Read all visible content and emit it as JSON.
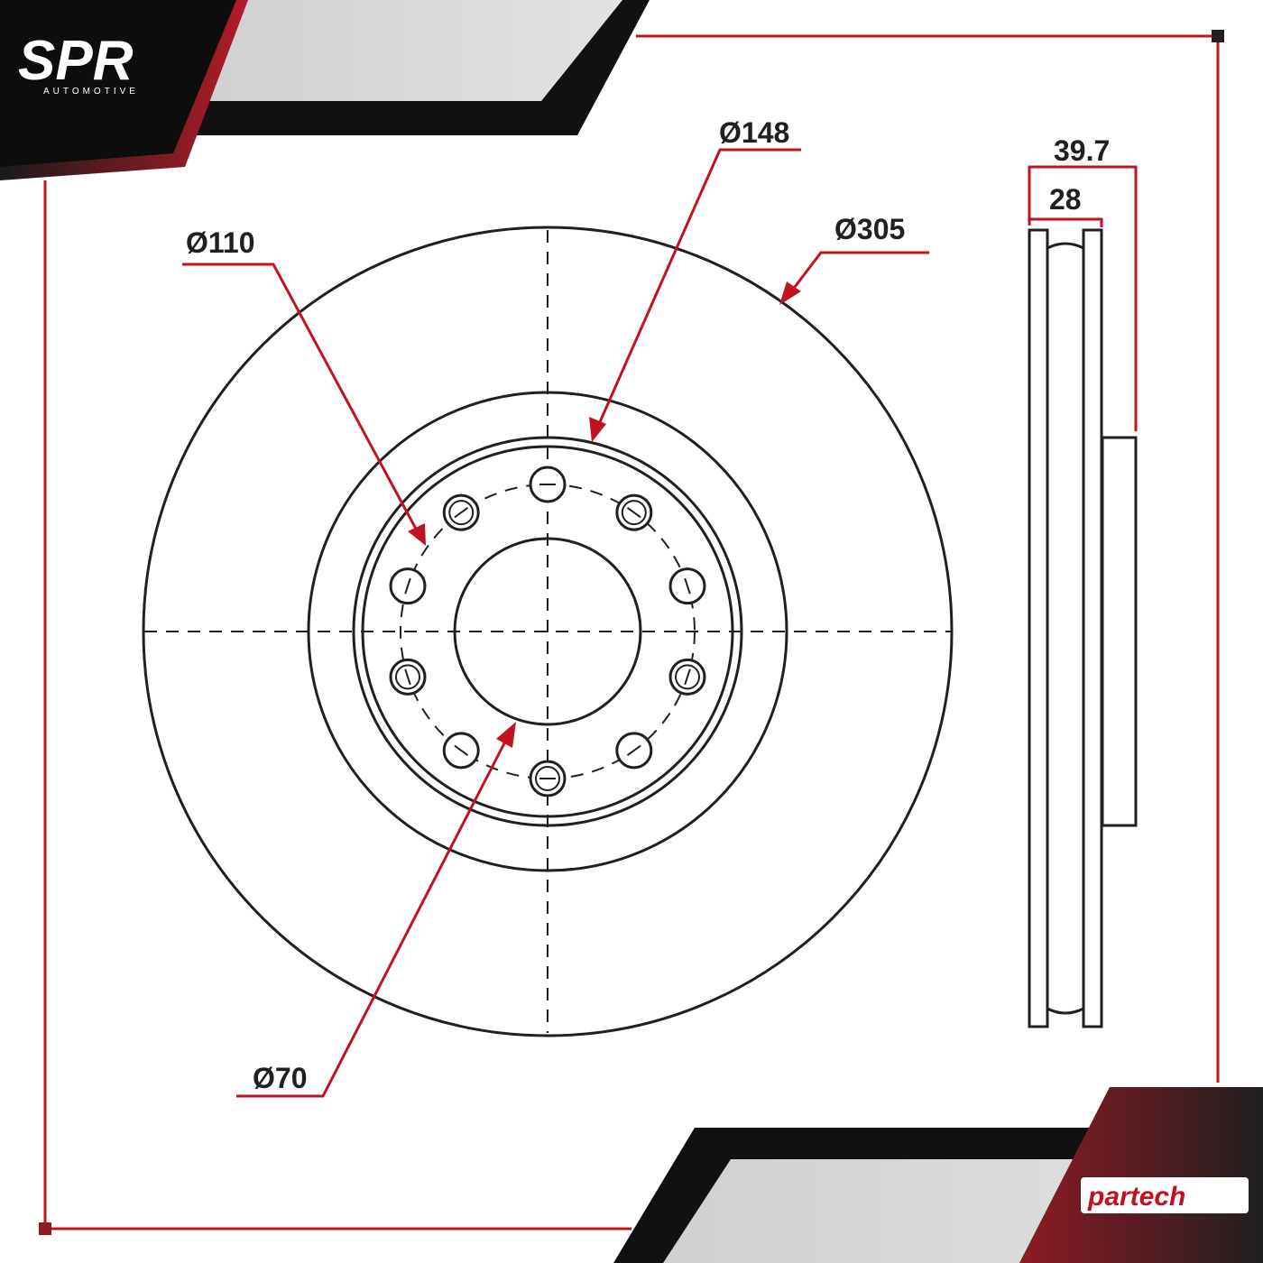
{
  "brand": {
    "name": "SPR",
    "tagline": "AUTOMOTIVE",
    "partner_logo": "partech"
  },
  "dimensions": {
    "outer_diameter": "Ø305",
    "hub_diameter": "Ø148",
    "pcd": "Ø110",
    "center_bore": "Ø70",
    "total_height": "39.7",
    "thickness": "28"
  },
  "bolt_holes": 10,
  "colors": {
    "accent_red": "#c1121f",
    "dark_red": "#8e1a24",
    "line": "#231f20",
    "panel_gray": "#d9d9d9"
  }
}
